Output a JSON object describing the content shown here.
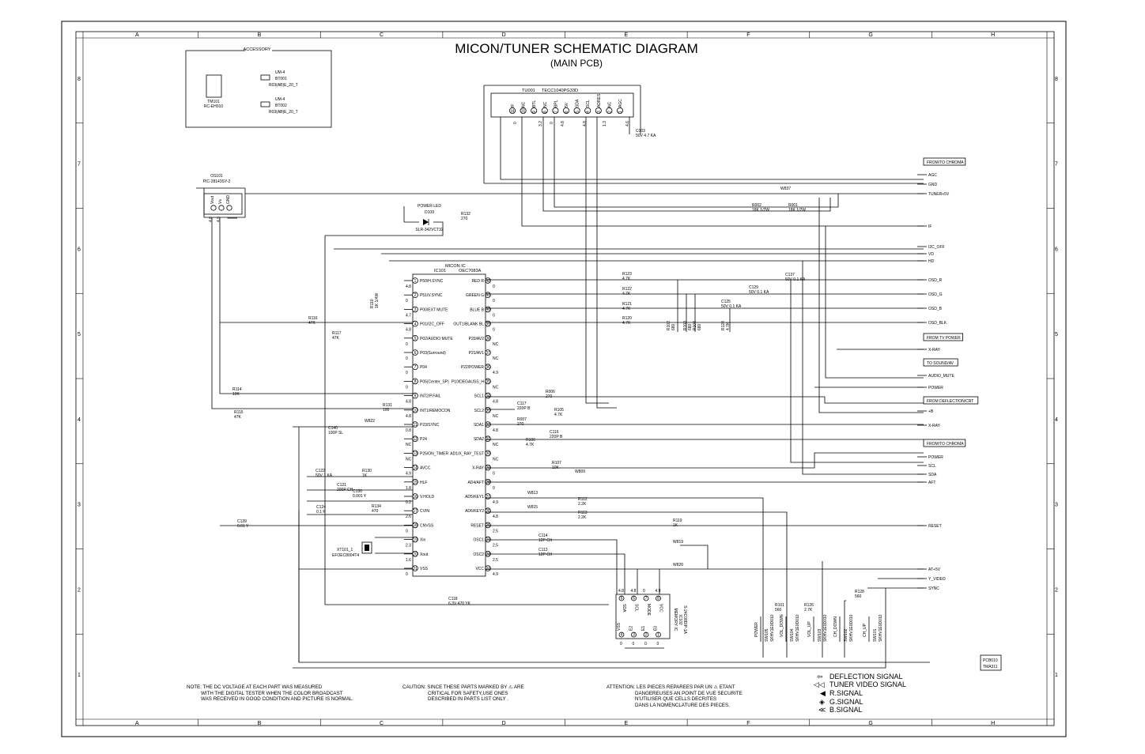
{
  "title": "MICON/TUNER SCHEMATIC DIAGRAM",
  "subtitle": "(MAIN PCB)",
  "grid": {
    "columns": [
      "A",
      "B",
      "C",
      "D",
      "E",
      "F",
      "G",
      "H"
    ],
    "rows": [
      "8",
      "7",
      "6",
      "5",
      "4",
      "3",
      "2",
      "1"
    ]
  },
  "accessory": {
    "heading": "ACCESSORY",
    "remote": {
      "ref": "TM101",
      "part": "RC-EH010"
    },
    "batteries": [
      {
        "type": "UM-4",
        "ref": "BT001",
        "part": "R03(AB)E_20_T"
      },
      {
        "type": "UM-4",
        "ref": "BT002",
        "part": "R03(AB)E_20_T"
      }
    ]
  },
  "tuner": {
    "ref": "TU001",
    "part": "TECC1040PG33D",
    "pins": [
      {
        "num": "11",
        "name": "IF"
      },
      {
        "num": "10",
        "name": "NC"
      },
      {
        "num": "9",
        "name": "BTL"
      },
      {
        "num": "8",
        "name": "NC"
      },
      {
        "num": "7",
        "name": "BPL"
      },
      {
        "num": "6",
        "name": "5V"
      },
      {
        "num": "5",
        "name": "SDA"
      },
      {
        "num": "4",
        "name": "SCL"
      },
      {
        "num": "3",
        "name": "ADRES"
      },
      {
        "num": "2",
        "name": "NC"
      },
      {
        "num": "1",
        "name": "AGC"
      }
    ],
    "voltages": [
      "0",
      "3.2",
      "0",
      "4.8",
      "4.8",
      "1.3",
      "4.6"
    ]
  },
  "micon": {
    "label": "MICON IC",
    "ref": "IC101",
    "part": "OEC7083A",
    "left_pins": [
      {
        "num": "1",
        "name": "P50/H.SYNC",
        "v": "4.8"
      },
      {
        "num": "2",
        "name": "P51/V.SYNC",
        "v": "0"
      },
      {
        "num": "3",
        "name": "P00/EXT MUTE",
        "v": "4.7"
      },
      {
        "num": "4",
        "name": "P01/I2C_OFF",
        "v": "4.8"
      },
      {
        "num": "5",
        "name": "P02/AUDIO MUTE",
        "v": "0"
      },
      {
        "num": "6",
        "name": "P03(Surround)",
        "v": "0"
      },
      {
        "num": "7",
        "name": "P04",
        "v": "0"
      },
      {
        "num": "8",
        "name": "P05(Center_SP)",
        "v": "0"
      },
      {
        "num": "9",
        "name": "INT2/P.FAIL",
        "v": "4.8"
      },
      {
        "num": "10",
        "name": "INT1/REMOCON",
        "v": "4.8"
      },
      {
        "num": "11",
        "name": "P23/SYNC",
        "v": "0.8"
      },
      {
        "num": "12",
        "name": "P24",
        "v": "NC"
      },
      {
        "num": "13",
        "name": "P25/ON_TIMER",
        "v": "NC"
      },
      {
        "num": "14",
        "name": "AVCC",
        "v": "4.9"
      },
      {
        "num": "15",
        "name": "HLF",
        "v": "1.8"
      },
      {
        "num": "16",
        "name": "V.HOLD",
        "v": "0.2"
      },
      {
        "num": "17",
        "name": "CVIN",
        "v": "2.6"
      },
      {
        "num": "18",
        "name": "CNVSS",
        "v": "0"
      },
      {
        "num": "19",
        "name": "Xin",
        "v": "2.3"
      },
      {
        "num": "20",
        "name": "Xout",
        "v": "1.6"
      },
      {
        "num": "21",
        "name": "VSS",
        "v": "0"
      }
    ],
    "right_pins": [
      {
        "num": "42",
        "name": "RED R",
        "v": "0"
      },
      {
        "num": "41",
        "name": "GREEN G",
        "v": "0"
      },
      {
        "num": "40",
        "name": "BLUE B",
        "v": "0"
      },
      {
        "num": "39",
        "name": "OUT1/BLANK BL",
        "v": "0"
      },
      {
        "num": "38",
        "name": "P20/AV2",
        "v": "NC"
      },
      {
        "num": "37",
        "name": "P21/AV1",
        "v": "NC"
      },
      {
        "num": "36",
        "name": "P22/POWER",
        "v": "4.9"
      },
      {
        "num": "35",
        "name": "P10/DEGAUSS_H",
        "v": "NC"
      },
      {
        "num": "34",
        "name": "SCL1",
        "v": "4.8"
      },
      {
        "num": "33",
        "name": "SCL2",
        "v": "NC"
      },
      {
        "num": "32",
        "name": "SDA1",
        "v": "4.8"
      },
      {
        "num": "31",
        "name": "SDA2",
        "v": "NC"
      },
      {
        "num": "30",
        "name": "AD1/X_RAY_TEST",
        "v": "NC"
      },
      {
        "num": "29",
        "name": "X-RAY",
        "v": "0"
      },
      {
        "num": "28",
        "name": "AD4/AFT",
        "v": "0"
      },
      {
        "num": "27",
        "name": "AD5/KEY1",
        "v": "4.9"
      },
      {
        "num": "26",
        "name": "AD6/KEY2",
        "v": "4.8"
      },
      {
        "num": "25",
        "name": "RESET",
        "v": "2.5"
      },
      {
        "num": "24",
        "name": "OSC1",
        "v": "2.5"
      },
      {
        "num": "23",
        "name": "OSC2",
        "v": "2.5"
      },
      {
        "num": "22",
        "name": "VCC",
        "v": "4.9"
      }
    ]
  },
  "memory": {
    "label": "MEMORY IC",
    "ref": "IC102",
    "part": "S-24C08DIP-1A",
    "top_pins": [
      {
        "num": "5",
        "name": "SDA",
        "v": "4.8"
      },
      {
        "num": "6",
        "name": "SCL",
        "v": "4.8"
      },
      {
        "num": "7",
        "name": "MODE",
        "v": "0"
      },
      {
        "num": "8",
        "name": "VCC",
        "v": "4.9"
      }
    ],
    "bottom_pins": [
      {
        "num": "4",
        "name": "VSS",
        "v": "0"
      },
      {
        "num": "3",
        "name": "E2",
        "v": "0"
      },
      {
        "num": "2",
        "name": "E1",
        "v": "0"
      },
      {
        "num": "1",
        "name": "E0",
        "v": "0"
      }
    ]
  },
  "receiver": {
    "ref": "OS101",
    "part": "PIC-28143SY-2",
    "pins": [
      "Vout",
      "Vs",
      "GND"
    ],
    "v": [
      "4.8",
      "4.9"
    ]
  },
  "led": {
    "label": "POWER LED",
    "ref": "D109",
    "part": "SLR-342VCT32"
  },
  "crystal": {
    "ref": "XT101_1",
    "part": "EFOEC8004T4"
  },
  "components": [
    {
      "ref": "R132",
      "val": "270"
    },
    {
      "ref": "R116",
      "val": "47K"
    },
    {
      "ref": "R117",
      "val": "47K"
    },
    {
      "ref": "R110",
      "val": "1K 1/4W"
    },
    {
      "ref": "R114",
      "val": "10K"
    },
    {
      "ref": "R115",
      "val": "47K"
    },
    {
      "ref": "R131",
      "val": "100"
    },
    {
      "ref": "W822",
      "val": ""
    },
    {
      "ref": "C140",
      "val": "100P SL"
    },
    {
      "ref": "C122",
      "val": "50V 1 KA"
    },
    {
      "ref": "R130",
      "val": "1K"
    },
    {
      "ref": "C121",
      "val": "200P CH"
    },
    {
      "ref": "C130",
      "val": "0.001 Y"
    },
    {
      "ref": "C124",
      "val": "0.1 F"
    },
    {
      "ref": "R134",
      "val": "470"
    },
    {
      "ref": "C139",
      "val": "0.01 Y"
    },
    {
      "ref": "C117",
      "val": "220P B"
    },
    {
      "ref": "R006",
      "val": "270"
    },
    {
      "ref": "R105",
      "val": "4.7K"
    },
    {
      "ref": "R007",
      "val": "270"
    },
    {
      "ref": "R106",
      "val": "4.7K"
    },
    {
      "ref": "C116",
      "val": "220P B"
    },
    {
      "ref": "R107",
      "val": "10K"
    },
    {
      "ref": "W809",
      "val": ""
    },
    {
      "ref": "W813",
      "val": ""
    },
    {
      "ref": "W815",
      "val": ""
    },
    {
      "ref": "R112",
      "val": "2.2K"
    },
    {
      "ref": "R113",
      "val": "2.2K"
    },
    {
      "ref": "C114",
      "val": "12P CH"
    },
    {
      "ref": "C113",
      "val": "12P CH"
    },
    {
      "ref": "C118",
      "val": "6.3V 470 YK"
    },
    {
      "ref": "R119",
      "val": "1K"
    },
    {
      "ref": "W819",
      "val": ""
    },
    {
      "ref": "W820",
      "val": ""
    },
    {
      "ref": "R123",
      "val": "4.7K"
    },
    {
      "ref": "R122",
      "val": "4.7K"
    },
    {
      "ref": "R121",
      "val": "4.7K"
    },
    {
      "ref": "R120",
      "val": "4.7K"
    },
    {
      "ref": "C137",
      "val": "50V 0.1 KA"
    },
    {
      "ref": "C129",
      "val": "50V 0.1 KA"
    },
    {
      "ref": "C125",
      "val": "50V 0.1 KA"
    },
    {
      "ref": "R102",
      "val": "680"
    },
    {
      "ref": "R103",
      "val": "680"
    },
    {
      "ref": "R104",
      "val": "680"
    },
    {
      "ref": "R124",
      "val": "4.7K"
    },
    {
      "ref": "C003",
      "val": "50V 4.7 KA"
    },
    {
      "ref": "W837",
      "val": ""
    },
    {
      "ref": "R002",
      "val": "18K 1/2W"
    },
    {
      "ref": "R001",
      "val": "18K 1/2W"
    },
    {
      "ref": "R101",
      "val": "560"
    },
    {
      "ref": "R126",
      "val": "2.7K"
    },
    {
      "ref": "R128",
      "val": "560"
    }
  ],
  "switches": [
    {
      "label": "POWER",
      "ref": "SW105",
      "part": "SKHV1E0D010"
    },
    {
      "label": "VOL_DOWN",
      "ref": "SW104",
      "part": "SKHV1E0D010"
    },
    {
      "label": "VOL_UP",
      "ref": "SW103",
      "part": "SKHV1E0D010"
    },
    {
      "label": "CH_DOWN",
      "ref": "SW102",
      "part": "SKHV1E0D010"
    },
    {
      "label": "CH_UP",
      "ref": "SW101",
      "part": "SKHV1E0D010"
    }
  ],
  "connector_groups": [
    {
      "header": "FROM/TO CHROMA",
      "signals": [
        "AGC",
        "GND",
        "TUNER+5V",
        "IF",
        "I2C_OFF",
        "VD",
        "HD",
        "OSD_R",
        "OSD_G",
        "OSD_B",
        "OSD_BLK"
      ]
    },
    {
      "header": "FROM TV POWER",
      "signals": [
        "X-RAY"
      ]
    },
    {
      "header": "TO SOUND/AV",
      "signals": [
        "AUDIO_MUTE",
        "POWER"
      ]
    },
    {
      "header": "FROM DEFLECTION/CRT",
      "signals": [
        "+B",
        "X-RAY"
      ]
    },
    {
      "header": "FROM/TO CHROMA",
      "signals": [
        "POWER",
        "SCL",
        "SDA",
        "AFT",
        "RESET",
        "AT+5V",
        "Y_VIDEO",
        "SYNC"
      ]
    }
  ],
  "pcb": {
    "line1": "PCB010",
    "line2": "TMA311"
  },
  "legend": [
    {
      "symbol": "⇦",
      "label": "DEFLECTION SIGNAL"
    },
    {
      "symbol": "◁◁",
      "label": "TUNER VIDEO SIGNAL"
    },
    {
      "symbol": "◀",
      "label": "R.SIGNAL"
    },
    {
      "symbol": "◈",
      "label": "G.SIGNAL"
    },
    {
      "symbol": "≪",
      "label": "B.SIGNAL"
    }
  ],
  "notes": {
    "note": [
      "NOTE: THE DC VOLTAGE AT EACH PART WAS MEASURED",
      "WITH THE DIGITAL TESTER WHEN THE COLOR BROADCAST",
      "WAS RECEIVED IN GOOD CONDITION AND PICTURE IS NORMAL."
    ],
    "caution": [
      "CAUTION: SINCE THESE PARTS MARKED BY  ⚠  ARE",
      "CRITICAL FOR SAFETY,USE ONES",
      "DESCRIBED IN PARTS LIST ONLY  ."
    ],
    "attention": [
      "ATTENTION: LES PIECES REPAREES PAR UN  ⚠  ETANT",
      "DANGEREUSES AN POINT DE VUE SECURITE",
      "N'UTILISER QUE CELLS DECRITES",
      "DANS LA NOMENCLATURE DES PIECES,"
    ]
  }
}
